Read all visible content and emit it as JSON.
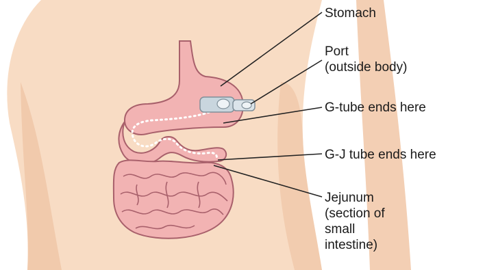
{
  "labels": {
    "stomach": [
      "Stomach"
    ],
    "port": [
      "Port",
      "(outside body)"
    ],
    "g_tube": [
      "G-tube ends here"
    ],
    "gj_tube": [
      "G-J tube ends here"
    ],
    "jejunum": [
      "Jejunum",
      "(section of",
      "small",
      "intestine)"
    ]
  },
  "colors": {
    "skin": "#f8dcc4",
    "skin_shadow": "#eec2a2",
    "organ": "#f2b3b3",
    "organ_outline": "#a8606b",
    "tube": "#c9d6de",
    "leader_line": "#222222"
  }
}
